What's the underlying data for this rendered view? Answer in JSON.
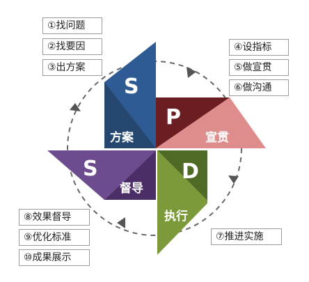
{
  "quadrants": {
    "top_left": {
      "letter": "S",
      "label": "方案",
      "color": "#2e5b94"
    },
    "top_right": {
      "letter": "P",
      "label": "宣贯",
      "color": "#6b1e21",
      "accent": "#de8c8c"
    },
    "bottom_left": {
      "letter": "S",
      "label": "督导",
      "color": "#4b2d68",
      "accent": "#6c4b8e"
    },
    "bottom_right": {
      "letter": "D",
      "label": "执行",
      "color": "#4f6a24",
      "accent": "#7c9a3a"
    }
  },
  "step_groups": {
    "top_left": [
      "①找问题",
      "②找要因",
      "③出方案"
    ],
    "top_right": [
      "④设指标",
      "⑤做宣贯",
      "⑥做沟通"
    ],
    "bottom_right": [
      "⑦推进实施"
    ],
    "bottom_left": [
      "⑧效果督导",
      "⑨优化标准",
      "⑩成果展示"
    ]
  }
}
